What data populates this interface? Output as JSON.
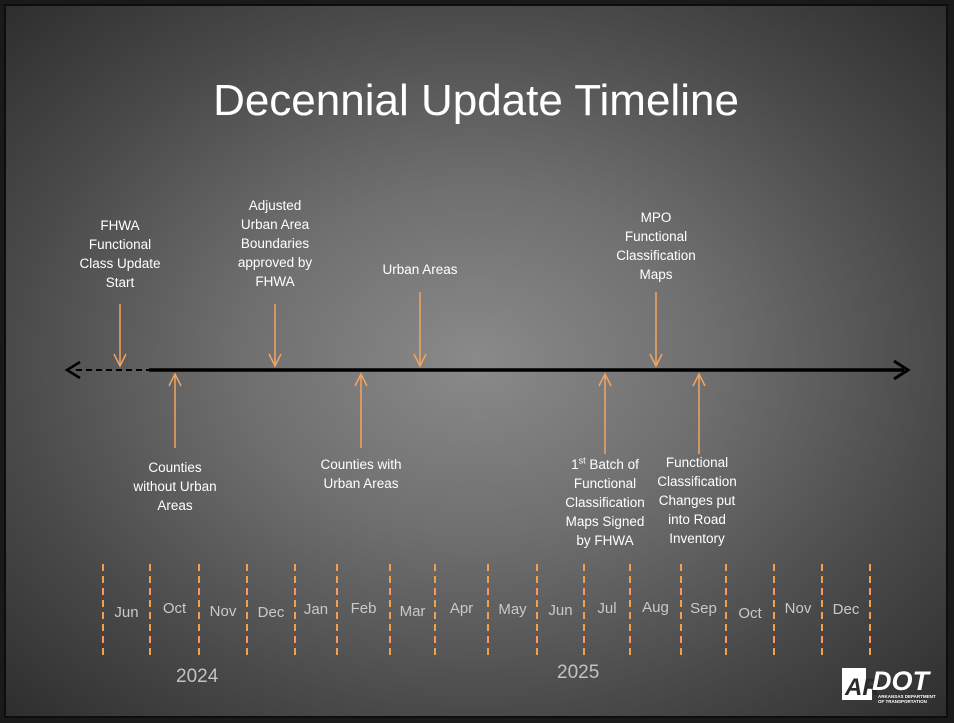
{
  "title": "Decennial Update Timeline",
  "colors": {
    "arrow": "#f4a460",
    "tick": "#f0a050",
    "axis": "#000000",
    "text": "#ffffff",
    "month_text": "#c9c9c9"
  },
  "events_above": [
    {
      "lines": [
        "FHWA",
        "Functional",
        "Class Update",
        "Start"
      ]
    },
    {
      "lines": [
        "Adjusted",
        "Urban Area",
        "Boundaries",
        "approved by",
        "FHWA"
      ]
    },
    {
      "lines": [
        "Urban Areas"
      ]
    },
    {
      "lines": [
        "MPO",
        "Functional",
        "Classification",
        "Maps"
      ]
    }
  ],
  "events_below": [
    {
      "lines": [
        "Counties",
        "without Urban",
        "Areas"
      ]
    },
    {
      "lines": [
        "Counties with",
        "Urban Areas"
      ]
    },
    {
      "lines": [
        "1st Batch of",
        "Functional",
        "Classification",
        "Maps Signed",
        "by FHWA"
      ]
    },
    {
      "lines": [
        "Functional",
        "Classification",
        "Changes put",
        "into Road",
        "Inventory"
      ]
    }
  ],
  "months": [
    "Jun",
    "Oct",
    "Nov",
    "Dec",
    "Jan",
    "Feb",
    "Mar",
    "Apr",
    "May",
    "Jun",
    "Jul",
    "Aug",
    "Sep",
    "Oct",
    "Nov",
    "Dec"
  ],
  "years": [
    "2024",
    "2025"
  ],
  "logo": {
    "text": "ARDOT",
    "subtitle": "ARKANSAS DEPARTMENT OF TRANSPORTATION"
  }
}
